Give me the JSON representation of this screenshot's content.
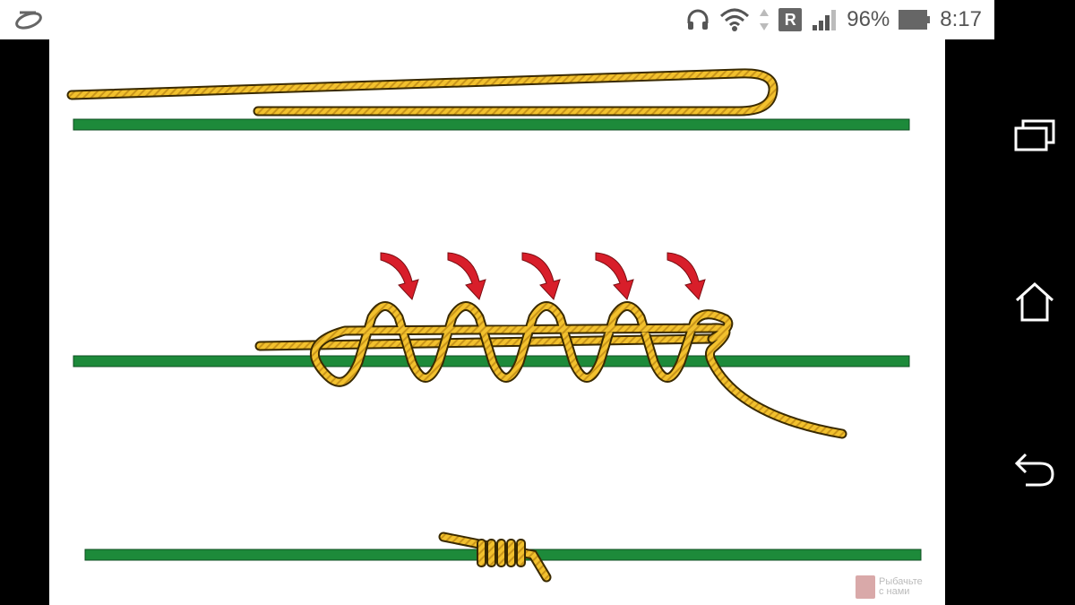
{
  "status_bar": {
    "battery": "96%",
    "time": "8:17",
    "network_badge": "R",
    "icons": [
      "app-logo-icon",
      "headphones-icon",
      "wifi-icon",
      "data-arrows-icon",
      "roaming-badge",
      "signal-icon",
      "battery-icon"
    ]
  },
  "navigation": {
    "buttons": [
      "recent-apps-icon",
      "home-icon",
      "back-icon"
    ]
  },
  "image": {
    "watermark_line1": "Рыбачьте",
    "watermark_line2": "с нами"
  },
  "colors": {
    "rope": "#f2c12e",
    "rope_outline": "#3a2a00",
    "line": "#1d8a3a",
    "arrow": "#d81e2a"
  }
}
